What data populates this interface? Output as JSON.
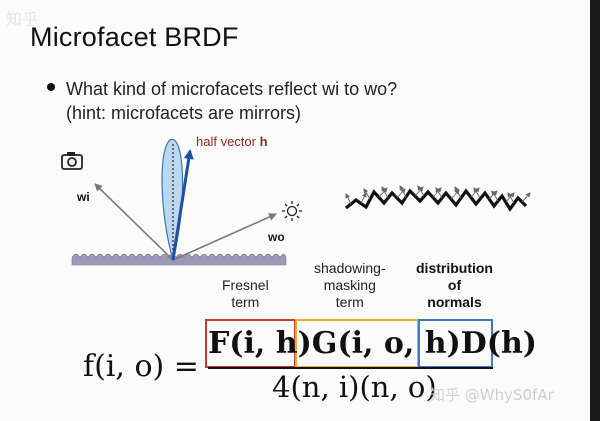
{
  "watermark_top": "知乎",
  "slide": {
    "title": "Microfacet BRDF",
    "bullet_line1": "What kind of microfacets reflect wi to wo?",
    "bullet_line2": "(hint: microfacets are mirrors)"
  },
  "diagram": {
    "half_vector_label": "half vector",
    "half_vector_symbol": "h",
    "wi_label": "wi",
    "wo_label": "wo",
    "camera_icon": "camera-icon",
    "light_icon": "sun-icon"
  },
  "terms": {
    "fresnel_line1": "Fresnel",
    "fresnel_line2": "term",
    "shadow_line1": "shadowing-",
    "shadow_line2": "masking",
    "shadow_line3": "term",
    "dist_line1": "distribution",
    "dist_line2": "of",
    "dist_line3": "normals"
  },
  "formula": {
    "lhs": "f(i, o) =",
    "numerator": "F(i, h)G(i, o, h)D(h)",
    "denominator": "4(n, i)(n, o)",
    "colors": {
      "fresnel": "#c93a33",
      "shadowing": "#e8b033",
      "distribution": "#3f78c6"
    }
  },
  "watermark": "知乎 @WhyS0fAr"
}
